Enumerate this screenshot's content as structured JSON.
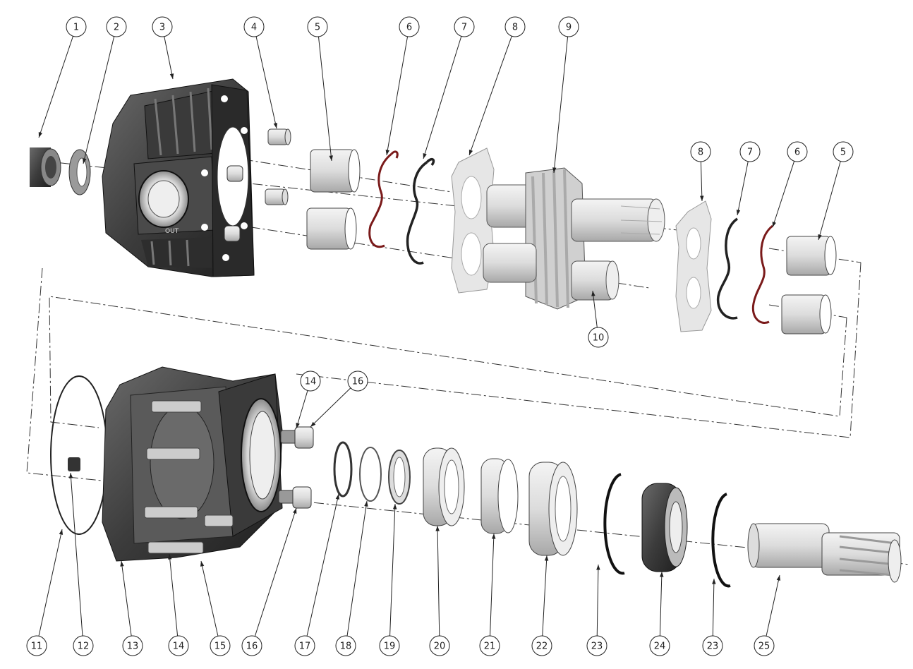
{
  "diagram": {
    "housing_marking": "OUT",
    "callouts": [
      {
        "num": "1"
      },
      {
        "num": "2"
      },
      {
        "num": "3"
      },
      {
        "num": "4"
      },
      {
        "num": "5"
      },
      {
        "num": "6"
      },
      {
        "num": "7"
      },
      {
        "num": "8"
      },
      {
        "num": "9"
      },
      {
        "num": "8"
      },
      {
        "num": "7"
      },
      {
        "num": "6"
      },
      {
        "num": "5"
      },
      {
        "num": "10"
      },
      {
        "num": "14"
      },
      {
        "num": "16"
      },
      {
        "num": "11"
      },
      {
        "num": "12"
      },
      {
        "num": "13"
      },
      {
        "num": "14"
      },
      {
        "num": "15"
      },
      {
        "num": "16"
      },
      {
        "num": "17"
      },
      {
        "num": "18"
      },
      {
        "num": "19"
      },
      {
        "num": "20"
      },
      {
        "num": "21"
      },
      {
        "num": "22"
      },
      {
        "num": "23"
      },
      {
        "num": "24"
      },
      {
        "num": "23"
      },
      {
        "num": "25"
      }
    ]
  }
}
